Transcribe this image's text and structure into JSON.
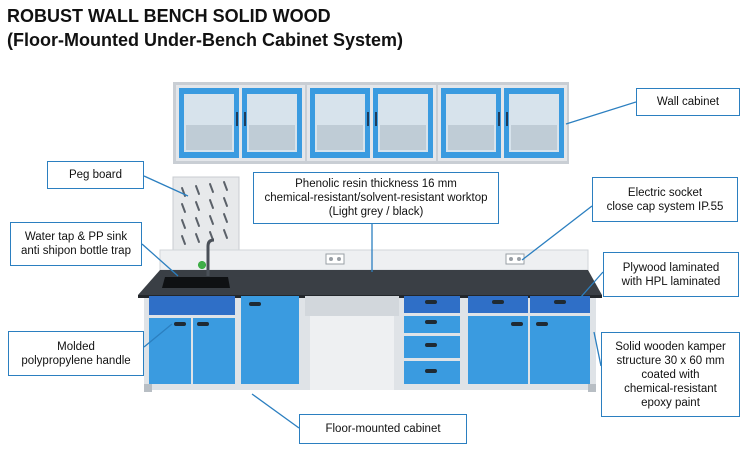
{
  "title": {
    "line1": "ROBUST WALL BENCH SOLID WOOD",
    "line2": "(Floor-Mounted Under-Bench Cabinet System)"
  },
  "callouts": {
    "wall_cabinet": [
      "Wall cabinet"
    ],
    "peg_board": [
      "Peg board"
    ],
    "worktop": [
      "Phenolic resin thickness 16 mm",
      "chemical-resistant/solvent-resistant worktop",
      "(Light grey / black)"
    ],
    "socket": [
      "Electric socket",
      "close cap system IP.55"
    ],
    "water_tap": [
      "Water tap & PP sink",
      "anti shipon bottle trap"
    ],
    "plywood": [
      "Plywood laminated",
      "with HPL laminated"
    ],
    "handle": [
      "Molded",
      "polypropylene handle"
    ],
    "kamper": [
      "Solid wooden kamper",
      "structure 30 x 60 mm",
      "coated with",
      "chemical-resistant",
      "epoxy paint"
    ],
    "floor_cabinet": [
      "Floor-mounted cabinet"
    ]
  },
  "colors": {
    "accent_border": "#2b7fc0",
    "cabinet_blue": "#3a9be0",
    "cabinet_dark_blue": "#2f6fc7",
    "frame_grey": "#d8dde2",
    "worktop": "#3a3f45"
  }
}
